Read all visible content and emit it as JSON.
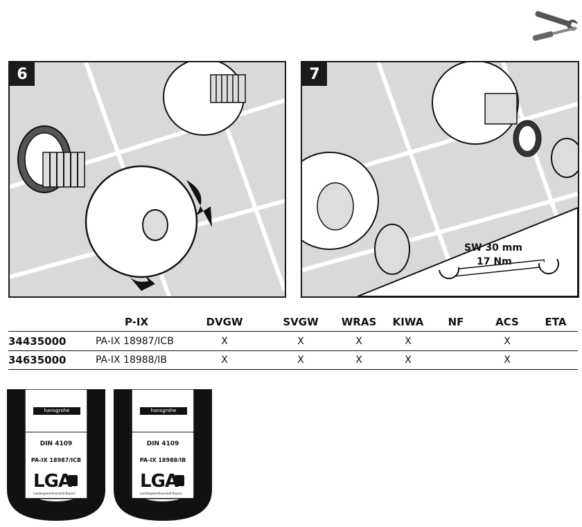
{
  "steps": [
    {
      "number": "6"
    },
    {
      "number": "7",
      "callout_size": "SW 30 mm",
      "callout_torque": "17 Nm"
    }
  ],
  "icons": {
    "tools": "wrench-screwdriver-icon"
  },
  "table": {
    "headers": [
      "",
      "P-IX",
      "DVGW",
      "SVGW",
      "WRAS",
      "KIWA",
      "NF",
      "ACS",
      "ETA"
    ],
    "rows": [
      {
        "article": "34435000",
        "pix": "PA-IX 18987/ICB",
        "marks": [
          "X",
          "X",
          "X",
          "X",
          "",
          "X",
          ""
        ]
      },
      {
        "article": "34635000",
        "pix": "PA-IX 18988/IB",
        "marks": [
          "X",
          "X",
          "X",
          "X",
          "",
          "X",
          ""
        ]
      }
    ]
  },
  "labels": [
    {
      "brand": "hansgrohe",
      "din": "DIN 4109",
      "code": "PA-IX 18987/ICB",
      "lga": "LGA",
      "lga_sub": "Landesgewerbeanstalt Bayern"
    },
    {
      "brand": "hansgrohe",
      "din": "DIN 4109",
      "code": "PA-IX 18988/IB",
      "lga": "LGA",
      "lga_sub": "Landesgewerbeanstalt Bayern"
    }
  ]
}
